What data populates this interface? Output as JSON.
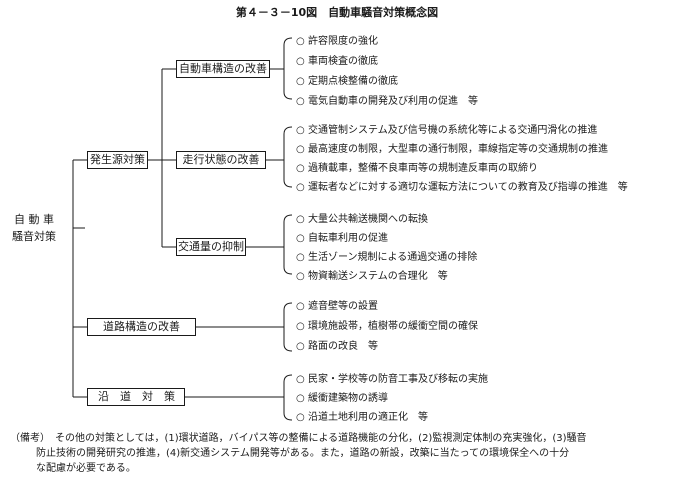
{
  "figure": {
    "title": "第４－３－10図　自動車騒音対策概念図",
    "root": {
      "line1": "自 動 車",
      "line2": "騒音対策"
    },
    "level1": {
      "source": "発生源対策",
      "road_structure": "道路構造の改善",
      "roadside": "沿道対策"
    },
    "level2": {
      "vehicle_structure": "自動車構造の改善",
      "driving_state": "走行状態の改善",
      "traffic_volume": "交通量の抑制"
    },
    "items": {
      "vehicle_structure": [
        "許容限度の強化",
        "車両検査の徹底",
        "定期点検整備の徹底",
        "電気自動車の開発及び利用の促進　等"
      ],
      "driving_state": [
        "交通管制システム及び信号機の系統化等による交通円滑化の推進",
        "最高速度の制限，大型車の通行制限，車線指定等の交通規制の推進",
        "過積載車，整備不良車両等の規制違反車両の取締り",
        "運転者などに対する適切な運転方法についての教育及び指導の推進　等"
      ],
      "traffic_volume": [
        "大量公共輸送機関への転換",
        "自転車利用の促進",
        "生活ゾーン規制による通過交通の排除",
        "物資輸送システムの合理化　等"
      ],
      "road_structure": [
        "遮音壁等の設置",
        "環境施設帯，植樹帯の緩衝空間の確保",
        "路面の改良　等"
      ],
      "roadside": [
        "民家・学校等の防音工事及び移転の実施",
        "緩衝建築物の誘導",
        "沿道土地利用の適正化　等"
      ]
    },
    "bullet": "○",
    "note": {
      "line1": "（備考）　その他の対策としては，(1)環状道路，バイパス等の整備による道路機能の分化，(2)監視測定体制の充実強化，(3)騒音",
      "line2": "防止技術の開発研究の推進，(4)新交通システム開発等がある。また，道路の新設，改築に当たっての環境保全への十分",
      "line3": "な配慮が必要である。"
    }
  }
}
